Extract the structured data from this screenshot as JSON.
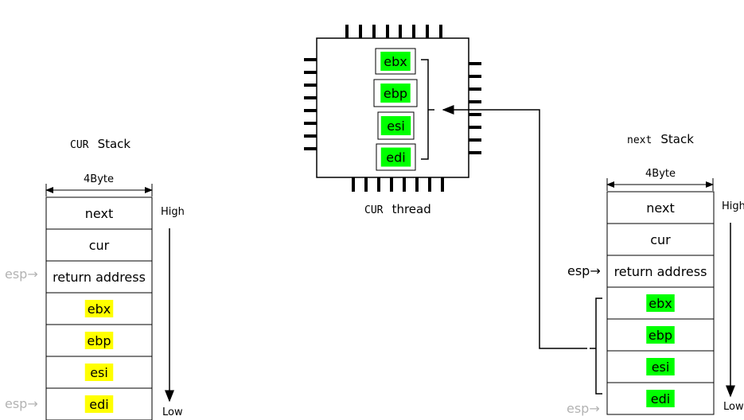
{
  "colors": {
    "highlight_yellow": "#ffff00",
    "highlight_green": "#00ff00",
    "esp_gray": "#b3b3b3"
  },
  "left_stack": {
    "title_mono": "CUR",
    "title_text": "Stack",
    "width_label": "4Byte",
    "high_label": "High",
    "low_label": "Low",
    "esp_top_label": "esp→",
    "esp_bottom_label": "esp→",
    "cells": [
      {
        "label": "next",
        "highlight": "none"
      },
      {
        "label": "cur",
        "highlight": "none"
      },
      {
        "label": "return address",
        "highlight": "none"
      },
      {
        "label": "ebx",
        "highlight": "yellow"
      },
      {
        "label": "ebp",
        "highlight": "yellow"
      },
      {
        "label": "esi",
        "highlight": "yellow"
      },
      {
        "label": "edi",
        "highlight": "yellow"
      }
    ]
  },
  "cpu": {
    "caption_mono": "CUR",
    "caption_text": "thread",
    "registers": [
      {
        "label": "ebx",
        "highlight": "green"
      },
      {
        "label": "ebp",
        "highlight": "green"
      },
      {
        "label": "esi",
        "highlight": "green"
      },
      {
        "label": "edi",
        "highlight": "green"
      }
    ]
  },
  "right_stack": {
    "title_mono": "next",
    "title_text": "Stack",
    "width_label": "4Byte",
    "high_label": "High",
    "low_label": "Low",
    "esp_top_label": "esp→",
    "esp_bottom_label": "esp→",
    "cells": [
      {
        "label": "next",
        "highlight": "none"
      },
      {
        "label": "cur",
        "highlight": "none"
      },
      {
        "label": "return address",
        "highlight": "none"
      },
      {
        "label": "ebx",
        "highlight": "green"
      },
      {
        "label": "ebp",
        "highlight": "green"
      },
      {
        "label": "esi",
        "highlight": "green"
      },
      {
        "label": "edi",
        "highlight": "green"
      }
    ]
  }
}
